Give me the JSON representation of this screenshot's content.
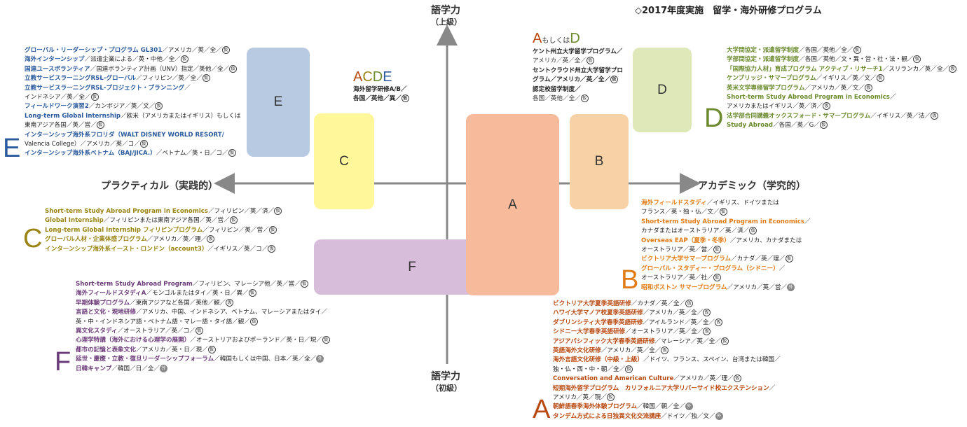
{
  "title": "◇2017年度実施　留学・海外研修プログラム",
  "axes": {
    "top": "語学力",
    "top_sub": "（上級）",
    "bottom": "語学力",
    "bottom_sub": "（初級）",
    "left": "プラクティカル（実践的）",
    "right": "アカデミック（学究的）"
  },
  "colors": {
    "A": "#f7bb9c",
    "B": "#f8d2a7",
    "C": "#fff79a",
    "D": "#dfe8b8",
    "E": "#b8c9e2",
    "F": "#d8bdda",
    "A_text": "#b84a12",
    "B_text": "#e07b16",
    "C_text": "#9a8514",
    "D_text": "#6b8a2e",
    "E_text": "#2a5a9c",
    "F_text": "#6b3a78"
  },
  "boxes": {
    "A": "A",
    "B": "B",
    "C": "C",
    "D": "D",
    "E": "E",
    "F": "F"
  },
  "acde": {
    "label_a": "A",
    "label_c": "C",
    "label_d": "D",
    "label_e": "E",
    "items": [
      "海外留学研修A/B／",
      "各国／英他／異／"
    ]
  },
  "aord": {
    "label_a": "A",
    "label_mid": "もしくは",
    "label_d": "D",
    "items": [
      "ケント州立大学留学プログラム／",
      "アメリカ／英／全／",
      "セントクラウド州立大学留学プロ",
      "グラム／アメリカ／英／全／",
      "認定校留学制度／",
      "各国／英他／全／"
    ]
  },
  "listE": {
    "letter": "E",
    "items": [
      "グローバル・リーダーシップ・プログラム GL301／アメリカ／英／全／",
      "海外インターンシップ／派遣企業による／英・中他／全／",
      "国連ユースボランティア／国連ボランティア計画（UNV）指定／英他／全／",
      "立教サービスラーニングRSL-グローバル／フィリピン／英／全／",
      "立教サービスラーニングRSL-プロジェクト・プランニング／",
      "インドネシア／英／全／",
      "フィールドワーク演習2／カンボジア／英／文／",
      "Long-term Global Internship／欧米（アメリカまたはイギリス）もしくは",
      "東南アジア各国／英／営／",
      "インターンシップ海外系フロリダ（WALT DISNEY WORLD RESORT/",
      "Valencia College）／アメリカ／英／コ／",
      "インターンシップ海外系ベトナム（BAJ/JICA.）／ベトナム／英・日／コ／"
    ]
  },
  "listC": {
    "letter": "C",
    "items": [
      "Short-term Study Abroad Program in Economics／フィリピン／英／済／",
      "Global Internship／フィリピンまたは東南アジア各国／英／営／",
      "Long-term Global Internship フィリピンプログラム／フィリピン／英／営／",
      "グローバル人材・企業体感プログラム／アメリカ／英／理／",
      "インターンシップ海外系イースト・ロンドン（account3）／イギリス／英／コ／"
    ]
  },
  "listF": {
    "letter": "F",
    "items": [
      "Short-term Study Abroad Program／フィリピン、マレーシア他／英／営／",
      "海外フィールドスタディA／モンゴルまたはタイ／英・日／異／",
      "早期体験プログラム／東南アジアなど各国／英他／観／",
      "言語と文化・現地研修／アメリカ、中国、インドネシア、ベトナム、マレーシアまたはタイ／",
      "英・中・インドネシア語・ベトナム語・マレー語・タイ語／観／",
      "異文化スタディ／オーストラリア／英／コ／",
      "心理学特講（海外における心理学の展開）／オーストリアおよびポーランド／英・日／現／",
      "都市の記憶と表象文化／アメリカ／英・日／現／",
      "延世・慶應・立教・復旦リーダーシップフォーラム／韓国もしくは中国、日本／英／全／",
      "日韓キャンプ／韓国／日／全／"
    ]
  },
  "listD": {
    "letter": "D",
    "items": [
      "大学間協定・派遣留学制度／各国／英他／全／",
      "学部間協定・派遣留学制度／各国／英他／文・異・営・社・法・観／",
      "「国際協力人材」育成プログラム アクティブ・リサーチ1／スリランカ／英／全／",
      "ケンブリッジ・サマープログラム／イギリス／英／文／",
      "英米文学専修留学プログラム／アメリカ／英／文／",
      "Short-term Study Abroad Program in Economics／",
      "アメリカまたはイギリス／英／済／",
      "法学部合同講義オックスフォード・サマープログラム／イギリス／英／法／",
      "Study Abroad／各国／英／G／"
    ]
  },
  "listB": {
    "letter": "B",
    "items": [
      "海外フィールドスタディ／イギリス、ドイツまたは",
      "フランス／英・独・仏／文／",
      "Short-term Study Abroad Program in Economics／",
      "カナダまたはオーストラリア／英／済／",
      "Overseas EAP（夏季・冬季）／アメリカ、カナダまたは",
      "オーストラリア／英／営／",
      "ビクトリア大学サマープログラム／カナダ／英／理／",
      "グローバル・スタディー・プログラム（シドニー）／",
      "オーストラリア／英／社／",
      "昭和ボストン サマープログラム／アメリカ／英／営／"
    ]
  },
  "listA": {
    "letter": "A",
    "items": [
      "ビクトリア大学夏季英語研修／カナダ／英／全／",
      "ハワイ大学マノア校夏季英語研修／アメリカ／英／全／",
      "ダブリンシティ大学春季英語研修／アイルランド／英／全／",
      "シドニー大学春季英語研修／オーストラリア／英／全／",
      "アジアパシフィック大学春季英語研修／マレーシア／英／全／",
      "英語海外文化研修／アメリカ／英／全／",
      "海外言語文化研修（中級・上級）／ドイツ、フランス、スペイン、台湾または韓国／",
      "独・仏・西・中・朝／全／",
      "Conversation and American Culture／アメリカ／英／理／",
      "短期海外留学プログラム　カリフォルニア大学リバーサイド校エクステンション／",
      "アメリカ／英／現／",
      "朝鮮語春季海外体験プログラム／韓国／朝／全／",
      "タンデム方式による日独異文化交流講座／ドイツ／独／文／"
    ]
  },
  "circle_marks": {
    "ka": "仮",
    "gai": "外"
  }
}
